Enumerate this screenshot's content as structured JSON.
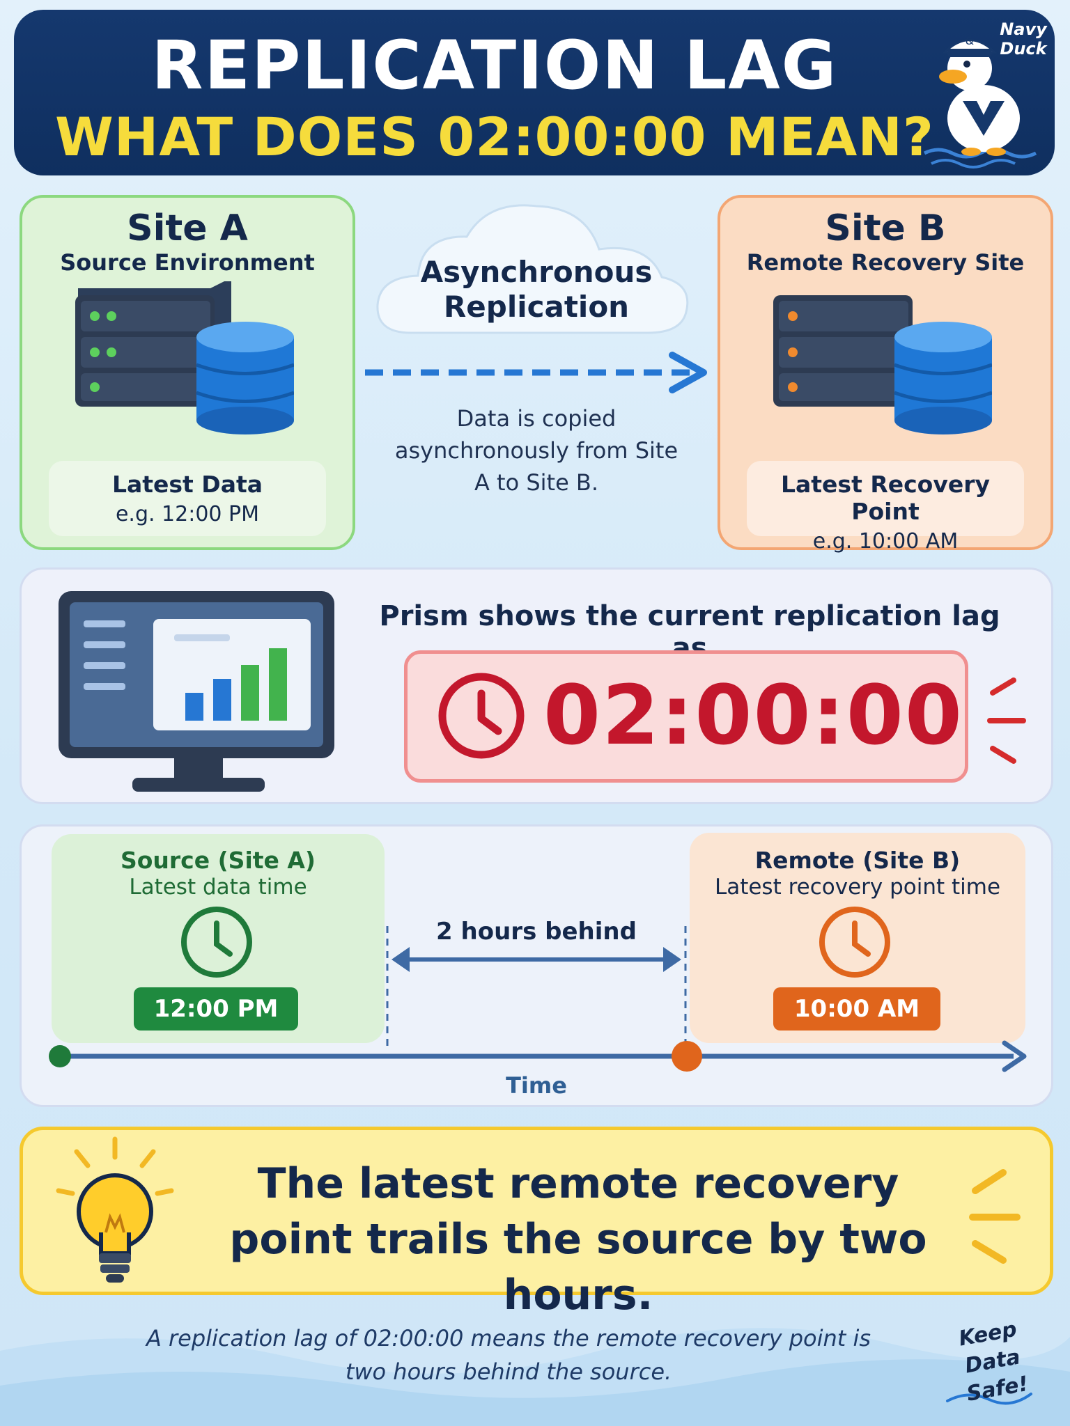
{
  "header": {
    "title": "REPLICATION LAG",
    "subtitle": "WHAT DOES 02:00:00 MEAN?",
    "mascot_label": "Navy Duck"
  },
  "site_a": {
    "title": "Site A",
    "subtitle": "Source Environment",
    "info_label": "Latest Data",
    "info_value": "e.g. 12:00 PM",
    "accent": "#3ba74d"
  },
  "site_b": {
    "title": "Site B",
    "subtitle": "Remote Recovery Site",
    "info_label": "Latest Recovery Point",
    "info_value": "e.g. 10:00 AM",
    "accent": "#e5772a"
  },
  "replication": {
    "title": "Asynchronous Replication",
    "description": "Data is copied asynchronously from Site A to Site B."
  },
  "prism": {
    "label": "Prism shows the current replication lag as",
    "lag_value": "02:00:00",
    "lag_color": "#c3172c"
  },
  "timeline": {
    "source_title": "Source (Site A)",
    "source_sub": "Latest data time",
    "source_time": "12:00 PM",
    "remote_title": "Remote (Site B)",
    "remote_sub": "Latest recovery point time",
    "remote_time": "10:00 AM",
    "gap_label": "2 hours behind",
    "axis_label": "Time"
  },
  "takeaway": {
    "text": "The latest remote recovery point trails the source by two hours."
  },
  "footer": {
    "text": "A replication lag of 02:00:00 means the remote recovery point is two hours behind the source.",
    "keep_safe": "Keep Data Safe!"
  },
  "icons": [
    "duck-mascot-icon",
    "server-database-icon",
    "cloud-icon",
    "arrow-right-icon",
    "monitor-chart-icon",
    "clock-icon",
    "lightbulb-icon"
  ]
}
